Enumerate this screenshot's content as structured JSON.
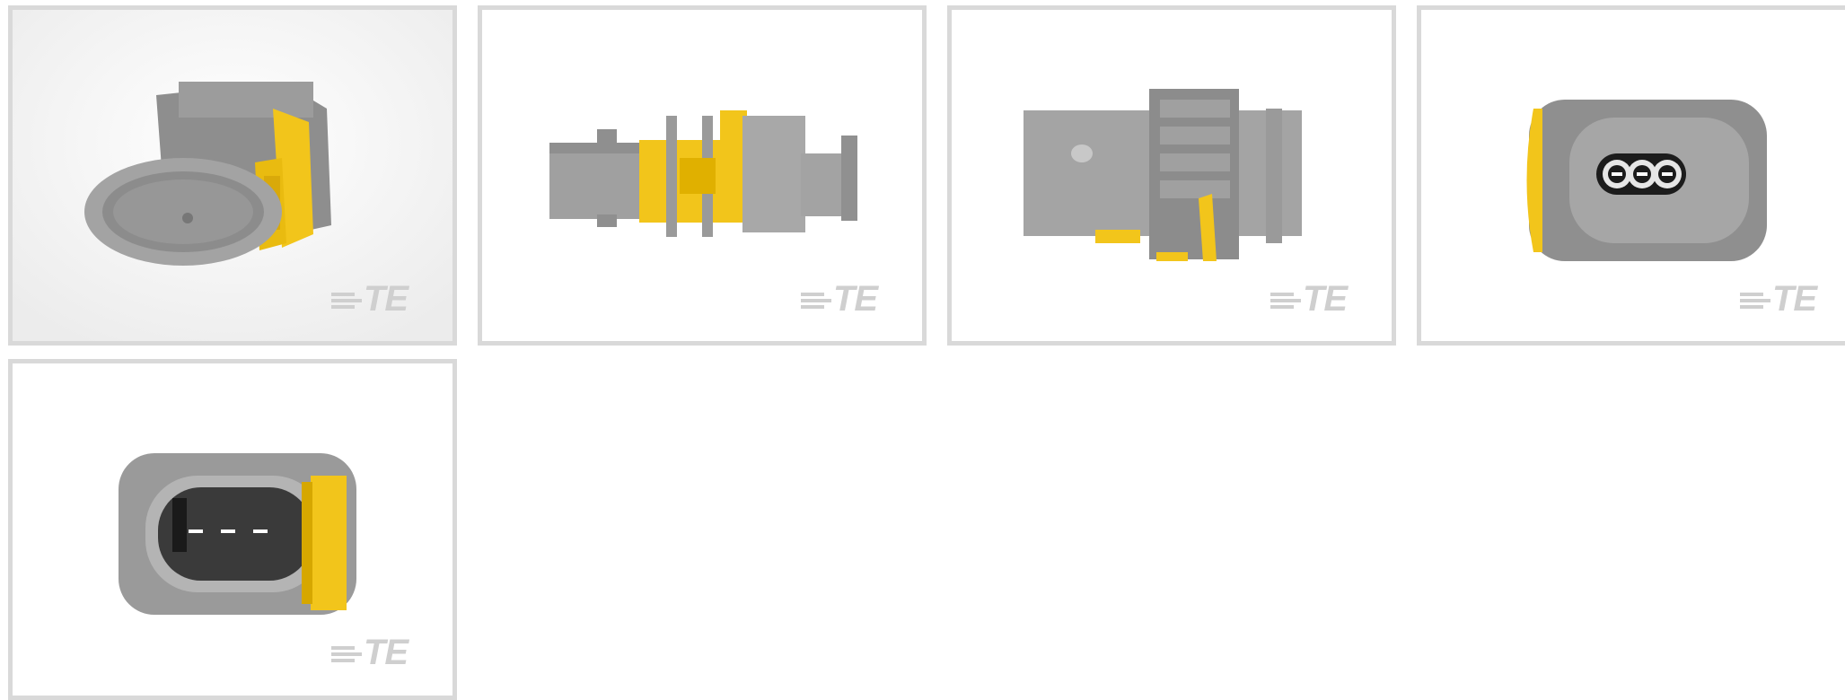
{
  "gallery": {
    "thumbnails": [
      {
        "view": "isometric-view",
        "watermark": "TE"
      },
      {
        "view": "side-view",
        "watermark": "TE"
      },
      {
        "view": "top-view",
        "watermark": "TE"
      },
      {
        "view": "rear-view",
        "watermark": "TE"
      },
      {
        "view": "front-view",
        "watermark": "TE"
      }
    ]
  },
  "colors": {
    "housing_gray": "#9a9a9a",
    "lock_yellow": "#f2c51b",
    "tile_border": "#d9d9d9",
    "watermark": "#cfcfcf"
  }
}
